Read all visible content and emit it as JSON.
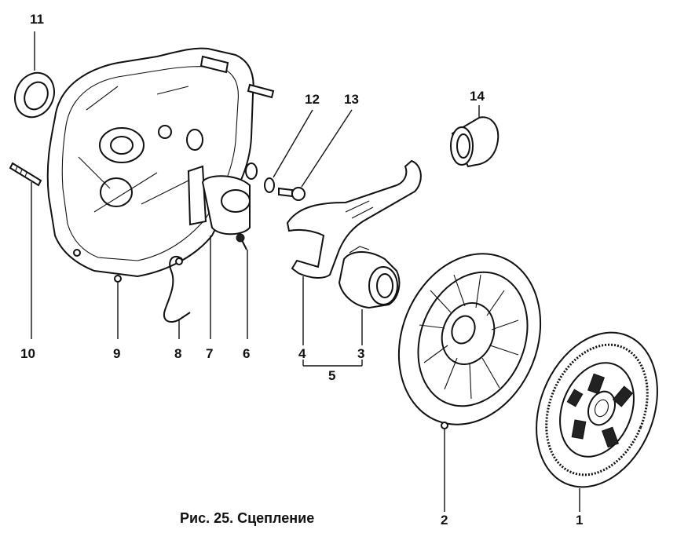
{
  "caption": "Рис. 25. Сцепление",
  "callouts": {
    "c1": "1",
    "c2": "2",
    "c3": "3",
    "c4": "4",
    "c5": "5",
    "c6": "6",
    "c7": "7",
    "c8": "8",
    "c9": "9",
    "c10": "10",
    "c11": "11",
    "c12": "12",
    "c13": "13",
    "c14": "14"
  }
}
